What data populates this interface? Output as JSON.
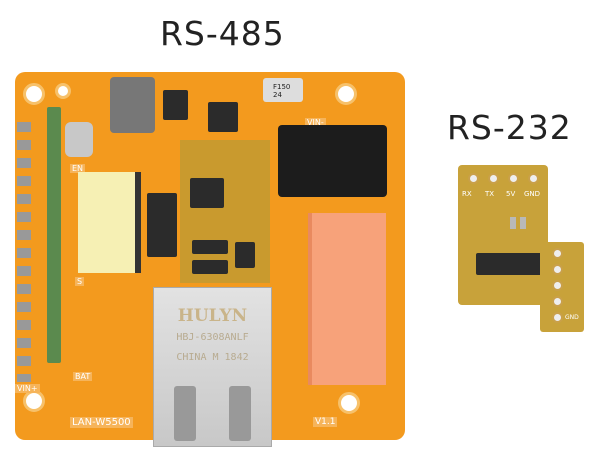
{
  "labels": {
    "left": "RS-485",
    "right": "RS-232"
  },
  "main_board": {
    "rj45_brand": "HULYN",
    "rj45_model": "HBJ-6308ANLF",
    "rj45_origin": "CHINA M 1842",
    "board_name": "LAN-W5500",
    "version": "V1.1",
    "silk": {
      "en": "EN",
      "bat": "BAT",
      "vin_minus": "VIN-",
      "vin_plus": "VIN+",
      "fuse": "F150 24",
      "s": "S"
    }
  },
  "rs232_board": {
    "pins": [
      "RX",
      "TX",
      "5V",
      "GND"
    ],
    "side_pins": [
      "GND"
    ]
  },
  "colors": {
    "board": "#f39a1e",
    "rs232": "#c8a23a",
    "terminal": "#f7a27a"
  }
}
